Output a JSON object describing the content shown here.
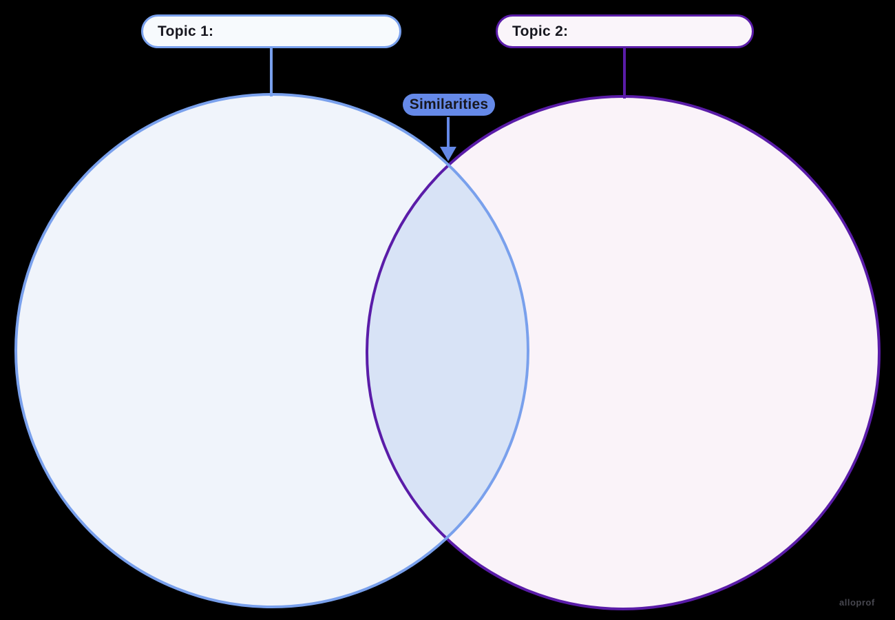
{
  "diagram": {
    "type": "venn",
    "topic1": {
      "label": "Topic 1:"
    },
    "topic2": {
      "label": "Topic 2:"
    },
    "similarities": {
      "label": "Similarities"
    },
    "watermark": "alloprof"
  },
  "colors": {
    "background": "#000000",
    "topic1_circle_fill": "#F0F4FB",
    "topic1_circle_stroke": "#79A0EC",
    "topic2_circle_fill": "#FAF3F9",
    "topic2_circle_stroke": "#5A1CA8",
    "intersection_fill": "#D8E3F6",
    "topic1_box_fill": "#F7FAFD",
    "topic1_box_stroke": "#79A0EC",
    "topic2_box_fill": "#FAF5FA",
    "topic2_box_stroke": "#5A1CA8",
    "similarities_badge_fill": "#6589E8",
    "label_text": "#17171F",
    "watermark_text": "#47474F"
  }
}
